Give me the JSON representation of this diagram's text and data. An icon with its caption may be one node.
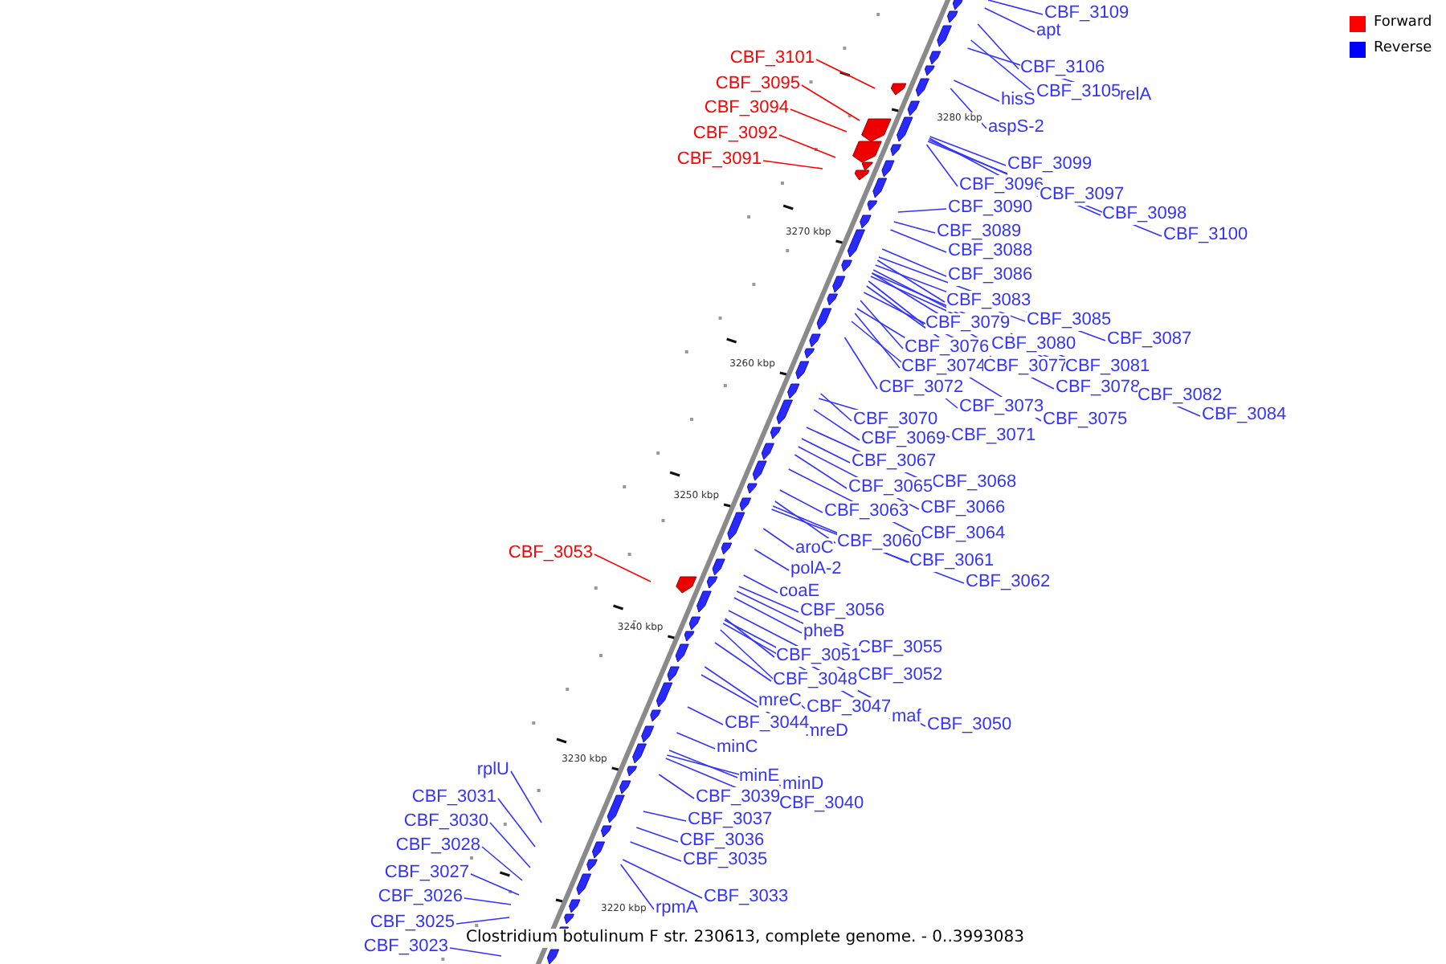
{
  "diagram": {
    "caption": "Clostridium botulinum F str. 230613, complete genome. - 0..3993083",
    "nodes": [
      {
        "text": [
          "CBF_3101"
        ]
      },
      {
        "text": [
          "CBF_3095"
        ]
      },
      {
        "text": [
          "CBF_3094"
        ]
      },
      {
        "text": [
          "CBF_3092"
        ]
      },
      {
        "text": [
          "CBF_3091"
        ]
      },
      {
        "text": [
          "CBF_3109"
        ]
      },
      {
        "text": [
          "apt"
        ]
      },
      {
        "text": [
          "CBF_3106"
        ]
      },
      {
        "text": [
          "CBF_3105"
        ]
      },
      {
        "text": [
          "relA"
        ]
      },
      {
        "text": [
          "hisS"
        ]
      },
      {
        "text": [
          "aspS-2"
        ]
      },
      {
        "text": [
          "CBF_3099"
        ]
      },
      {
        "text": [
          "CBF_3096"
        ]
      },
      {
        "text": [
          "CBF_3097"
        ]
      },
      {
        "text": [
          "CBF_3098"
        ]
      },
      {
        "text": [
          "CBF_3100"
        ]
      },
      {
        "text": [
          "CBF_3090"
        ]
      },
      {
        "text": [
          "CBF_3089"
        ]
      },
      {
        "text": [
          "CBF_3088"
        ]
      },
      {
        "text": [
          "CBF_3086"
        ]
      },
      {
        "text": [
          "CBF_3083"
        ]
      },
      {
        "text": [
          "CBF_3085"
        ]
      },
      {
        "text": [
          "CBF_3087"
        ]
      },
      {
        "text": [
          "CBF_3079"
        ]
      },
      {
        "text": [
          "CBF_3080"
        ]
      },
      {
        "text": [
          "CBF_3076"
        ]
      },
      {
        "text": [
          "CBF_3074"
        ]
      },
      {
        "text": [
          "CBF_3077"
        ]
      },
      {
        "text": [
          "CBF_3081"
        ]
      },
      {
        "text": [
          "CBF_3078"
        ]
      },
      {
        "text": [
          "CBF_3082"
        ]
      },
      {
        "text": [
          "CBF_3084"
        ]
      },
      {
        "text": [
          "CBF_3072"
        ]
      },
      {
        "text": [
          "CBF_3073"
        ]
      },
      {
        "text": [
          "CBF_3075"
        ]
      },
      {
        "text": [
          "CBF_3070"
        ]
      },
      {
        "text": [
          "CBF_3069"
        ]
      },
      {
        "text": [
          "CBF_3071"
        ]
      },
      {
        "text": [
          "CBF_3067"
        ]
      },
      {
        "text": [
          "CBF_3068"
        ]
      },
      {
        "text": [
          "CBF_3065"
        ]
      },
      {
        "text": [
          "CBF_3066"
        ]
      },
      {
        "text": [
          "CBF_3063"
        ]
      },
      {
        "text": [
          "CBF_3064"
        ]
      },
      {
        "text": [
          "CBF_3060"
        ]
      },
      {
        "text": [
          "CBF_3061"
        ]
      },
      {
        "text": [
          "CBF_3062"
        ]
      },
      {
        "text": [
          "aroC"
        ]
      },
      {
        "text": [
          "polA-2"
        ]
      },
      {
        "text": [
          "CBF_3053"
        ]
      },
      {
        "text": [
          "coaE"
        ]
      },
      {
        "text": [
          "CBF_3056"
        ]
      },
      {
        "text": [
          "pheB"
        ]
      },
      {
        "text": [
          "CBF_3055"
        ]
      },
      {
        "text": [
          "CBF_3051"
        ]
      },
      {
        "text": [
          "CBF_3052"
        ]
      },
      {
        "text": [
          "CBF_3048"
        ]
      },
      {
        "text": [
          "CBF_3047"
        ]
      },
      {
        "text": [
          "maf"
        ]
      },
      {
        "text": [
          "CBF_3050"
        ]
      },
      {
        "text": [
          "mreC"
        ]
      },
      {
        "text": [
          "mreD"
        ]
      },
      {
        "text": [
          "CBF_3044"
        ]
      },
      {
        "text": [
          "minC"
        ]
      },
      {
        "text": [
          "minE"
        ]
      },
      {
        "text": [
          "minD"
        ]
      },
      {
        "text": [
          "rplU"
        ]
      },
      {
        "text": [
          "CBF_3039"
        ]
      },
      {
        "text": [
          "CBF_3040"
        ]
      },
      {
        "text": [
          "CBF_3031"
        ]
      },
      {
        "text": [
          "CBF_3037"
        ]
      },
      {
        "text": [
          "CBF_3030"
        ]
      },
      {
        "text": [
          "CBF_3036"
        ]
      },
      {
        "text": [
          "CBF_3028"
        ]
      },
      {
        "text": [
          "CBF_3035"
        ]
      },
      {
        "text": [
          "CBF_3027"
        ]
      },
      {
        "text": [
          "CBF_3033"
        ]
      },
      {
        "text": [
          "CBF_3026"
        ]
      },
      {
        "text": [
          "rpmA"
        ]
      },
      {
        "text": [
          "CBF_3025"
        ]
      },
      {
        "text": [
          "CBF_3023"
        ]
      }
    ],
    "edges": [
      {
        "from": 0,
        "to": null,
        "arrow": "none",
        "color": "#ff0000"
      },
      {
        "from": 1,
        "to": null,
        "arrow": "none",
        "color": "#ff0000"
      },
      {
        "from": 2,
        "to": null,
        "arrow": "none",
        "color": "#ff0000"
      },
      {
        "from": 3,
        "to": null,
        "arrow": "none",
        "color": "#ff0000"
      },
      {
        "from": 4,
        "to": null,
        "arrow": "none",
        "color": "#ff0000"
      },
      {
        "from": 5,
        "to": null,
        "arrow": "none"
      },
      {
        "from": 6,
        "to": null,
        "arrow": "none"
      },
      {
        "from": 7,
        "to": null,
        "arrow": "none"
      },
      {
        "from": 8,
        "to": null,
        "arrow": "none"
      },
      {
        "from": 9,
        "to": null,
        "arrow": "none"
      },
      {
        "from": 10,
        "to": null,
        "arrow": "none"
      },
      {
        "from": 11,
        "to": null,
        "arrow": "none"
      },
      {
        "from": 12,
        "to": null,
        "arrow": "none"
      },
      {
        "from": 13,
        "to": null,
        "arrow": "none"
      },
      {
        "from": 14,
        "to": null,
        "arrow": "none"
      },
      {
        "from": 15,
        "to": null,
        "arrow": "none"
      },
      {
        "from": 16,
        "to": null,
        "arrow": "none"
      },
      {
        "from": 17,
        "to": null,
        "arrow": "none"
      },
      {
        "from": 18,
        "to": null,
        "arrow": "none"
      },
      {
        "from": 19,
        "to": null,
        "arrow": "none"
      },
      {
        "from": 20,
        "to": null,
        "arrow": "none"
      },
      {
        "from": 21,
        "to": null,
        "arrow": "none"
      },
      {
        "from": 22,
        "to": null,
        "arrow": "none"
      },
      {
        "from": 23,
        "to": null,
        "arrow": "none"
      },
      {
        "from": 24,
        "to": null,
        "arrow": "none"
      },
      {
        "from": 25,
        "to": null,
        "arrow": "none"
      },
      {
        "from": 26,
        "to": null,
        "arrow": "none"
      },
      {
        "from": 27,
        "to": null,
        "arrow": "none"
      },
      {
        "from": 28,
        "to": null,
        "arrow": "none"
      },
      {
        "from": 29,
        "to": null,
        "arrow": "none"
      },
      {
        "from": 30,
        "to": null,
        "arrow": "none"
      },
      {
        "from": 31,
        "to": null,
        "arrow": "none"
      },
      {
        "from": 32,
        "to": null,
        "arrow": "none"
      },
      {
        "from": 33,
        "to": null,
        "arrow": "none"
      },
      {
        "from": 34,
        "to": null,
        "arrow": "none"
      },
      {
        "from": 35,
        "to": null,
        "arrow": "none"
      },
      {
        "from": 36,
        "to": null,
        "arrow": "none"
      },
      {
        "from": 37,
        "to": null,
        "arrow": "none"
      },
      {
        "from": 38,
        "to": null,
        "arrow": "none"
      },
      {
        "from": 39,
        "to": null,
        "arrow": "none"
      },
      {
        "from": 40,
        "to": null,
        "arrow": "none"
      },
      {
        "from": 41,
        "to": null,
        "arrow": "none"
      },
      {
        "from": 42,
        "to": null,
        "arrow": "none"
      },
      {
        "from": 43,
        "to": null,
        "arrow": "none"
      },
      {
        "from": 44,
        "to": null,
        "arrow": "none"
      },
      {
        "from": 45,
        "to": null,
        "arrow": "none"
      },
      {
        "from": 46,
        "to": null,
        "arrow": "none"
      },
      {
        "from": 47,
        "to": null,
        "arrow": "none"
      },
      {
        "from": 48,
        "to": null,
        "arrow": "none"
      },
      {
        "from": 49,
        "to": null,
        "arrow": "none"
      },
      {
        "from": 50,
        "to": null,
        "arrow": "none",
        "color": "#ff0000"
      },
      {
        "from": 51,
        "to": null,
        "arrow": "none"
      },
      {
        "from": 52,
        "to": null,
        "arrow": "none"
      },
      {
        "from": 53,
        "to": null,
        "arrow": "none"
      },
      {
        "from": 54,
        "to": null,
        "arrow": "none"
      },
      {
        "from": 55,
        "to": null,
        "arrow": "none"
      },
      {
        "from": 56,
        "to": null,
        "arrow": "none"
      },
      {
        "from": 57,
        "to": null,
        "arrow": "none"
      },
      {
        "from": 58,
        "to": null,
        "arrow": "none"
      },
      {
        "from": 59,
        "to": null,
        "arrow": "none"
      },
      {
        "from": 60,
        "to": null,
        "arrow": "none"
      },
      {
        "from": 61,
        "to": null,
        "arrow": "none"
      },
      {
        "from": 62,
        "to": null,
        "arrow": "none"
      },
      {
        "from": 63,
        "to": null,
        "arrow": "none"
      },
      {
        "from": 64,
        "to": null,
        "arrow": "none"
      },
      {
        "from": 65,
        "to": null,
        "arrow": "none"
      },
      {
        "from": 66,
        "to": null,
        "arrow": "none"
      },
      {
        "from": 67,
        "to": null,
        "arrow": "none"
      },
      {
        "from": 68,
        "to": null,
        "arrow": "none"
      },
      {
        "from": 69,
        "to": null,
        "arrow": "none"
      },
      {
        "from": 70,
        "to": null,
        "arrow": "none"
      },
      {
        "from": 71,
        "to": null,
        "arrow": "none"
      },
      {
        "from": 72,
        "to": null,
        "arrow": "none"
      },
      {
        "from": 73,
        "to": null,
        "arrow": "none"
      },
      {
        "from": 74,
        "to": null,
        "arrow": "none"
      },
      {
        "from": 75,
        "to": null,
        "arrow": "none"
      },
      {
        "from": 76,
        "to": null,
        "arrow": "none"
      },
      {
        "from": 77,
        "to": null,
        "arrow": "none"
      },
      {
        "from": 78,
        "to": null,
        "arrow": "none"
      },
      {
        "from": 79,
        "to": null,
        "arrow": "none"
      },
      {
        "from": 80,
        "to": null,
        "arrow": "none"
      },
      {
        "from": 81,
        "to": null,
        "arrow": "none"
      }
    ],
    "labels": [
      "3280 kbp",
      "3270 kbp",
      "3260 kbp",
      "3250 kbp",
      "3240 kbp",
      "3230 kbp",
      "3220 kbp"
    ],
    "legend": [
      {
        "text": "Forward",
        "color": "#ff0000"
      },
      {
        "text": "Reverse",
        "color": "#0000ff"
      }
    ]
  }
}
